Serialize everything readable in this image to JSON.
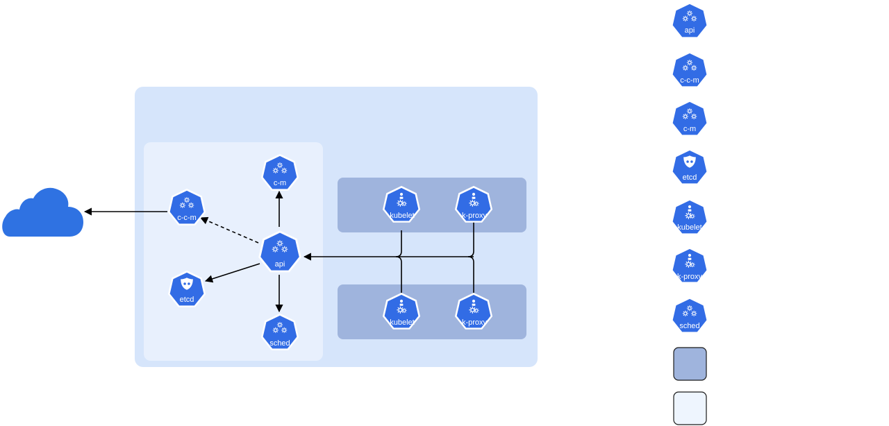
{
  "colors": {
    "cluster_bg": "#d6e5fb",
    "control_plane_bg": "#e8f0fd",
    "node_bg": "#9fb4dd",
    "icon_blue": "#326ce5",
    "cloud_blue": "#2f72e2",
    "legend_node_fill": "#9fb4dd",
    "legend_cp_fill": "#eef5fe"
  },
  "components": {
    "api": "api",
    "ccm": "c-c-m",
    "cm": "c-m",
    "etcd": "etcd",
    "sched": "sched",
    "kubelet": "kubelet",
    "kproxy": "k-proxy"
  },
  "legend": {
    "api": "api",
    "ccm": "c-c-m",
    "cm": "c-m",
    "etcd": "etcd",
    "kubelet": "kubelet",
    "kproxy": "k-proxy",
    "sched": "sched"
  }
}
